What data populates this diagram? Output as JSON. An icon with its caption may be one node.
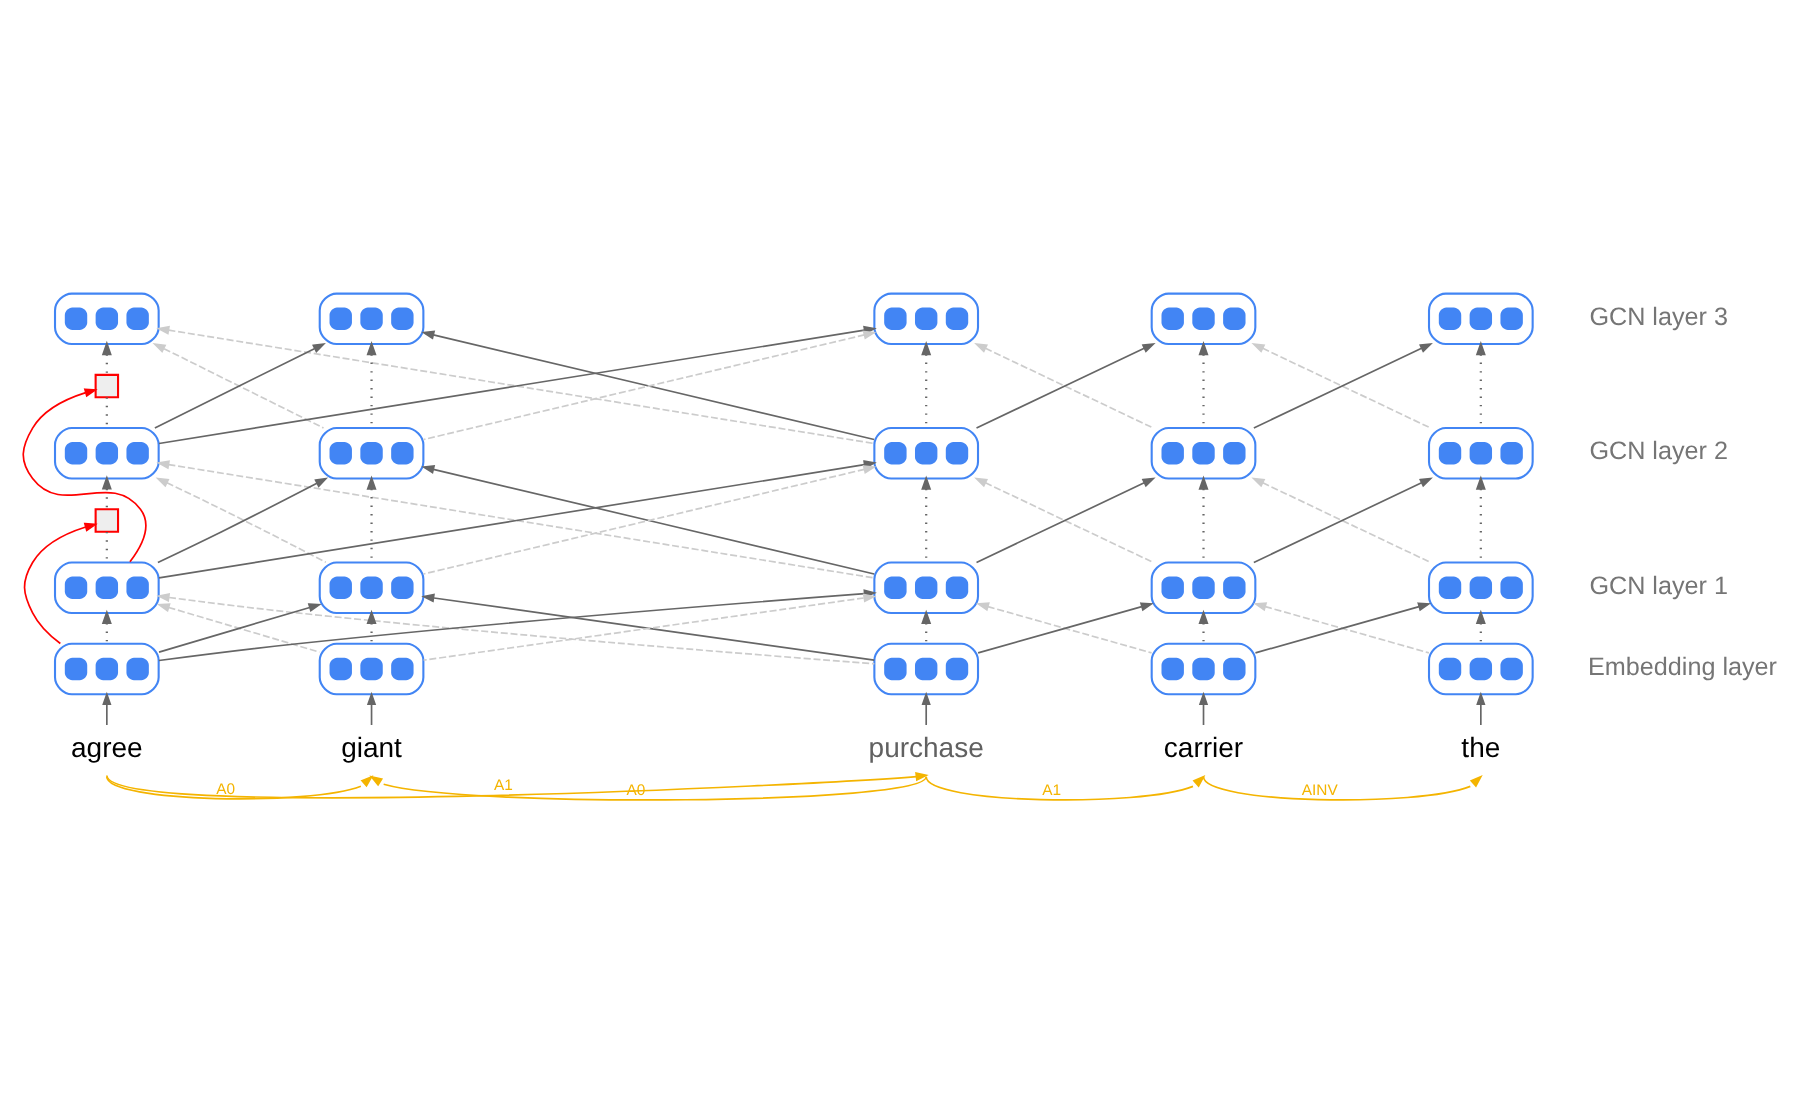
{
  "diagram": {
    "nodes": [
      {
        "text": [],
        "shape": "box"
      },
      {
        "text": [],
        "shape": "box"
      },
      {
        "text": [],
        "shape": "box"
      },
      {
        "text": [],
        "shape": "box"
      },
      {
        "text": [],
        "shape": "box"
      },
      {
        "text": [],
        "shape": "box"
      },
      {
        "text": [],
        "shape": "box"
      },
      {
        "text": [],
        "shape": "box"
      },
      {
        "text": [],
        "shape": "box"
      },
      {
        "text": [],
        "shape": "box"
      },
      {
        "text": [],
        "shape": "box"
      },
      {
        "text": [],
        "shape": "box"
      },
      {
        "text": [],
        "shape": "box"
      },
      {
        "text": [],
        "shape": "box"
      },
      {
        "text": [],
        "shape": "box"
      },
      {
        "text": [],
        "shape": "box"
      },
      {
        "text": [],
        "shape": "box"
      },
      {
        "text": [],
        "shape": "box"
      },
      {
        "text": [],
        "shape": "box"
      },
      {
        "text": [],
        "shape": "box"
      },
      {
        "text": [],
        "shape": "box"
      },
      {
        "text": [],
        "shape": "box"
      },
      {
        "text": [
          "agree"
        ]
      },
      {
        "text": [
          "giant"
        ]
      },
      {
        "text": [
          "purchase"
        ]
      },
      {
        "text": [
          "carrier"
        ]
      },
      {
        "text": [
          "the"
        ]
      }
    ],
    "edges": [
      {
        "from": 22,
        "to": 17,
        "arrow": "to"
      },
      {
        "from": 23,
        "to": 18,
        "arrow": "to"
      },
      {
        "from": 24,
        "to": 19,
        "arrow": "to"
      },
      {
        "from": 25,
        "to": 20,
        "arrow": "to"
      },
      {
        "from": 26,
        "to": 21,
        "arrow": "to"
      },
      {
        "from": 22,
        "to": 23,
        "arrow": "to",
        "label": "A0",
        "color": "#f4b400"
      },
      {
        "from": 24,
        "to": 23,
        "arrow": "to",
        "label": "A0",
        "color": "#f4b400"
      },
      {
        "from": 24,
        "to": 25,
        "arrow": "to",
        "label": "A1",
        "color": "#f4b400"
      },
      {
        "from": 25,
        "to": 26,
        "arrow": "to",
        "label": "AINV",
        "color": "#f4b400"
      },
      {
        "from": 22,
        "to": 24,
        "arrow": "to",
        "label": "A1",
        "color": "#f4b400"
      },
      {
        "from": 17,
        "to": 12,
        "arrow": "to",
        "style": "dashed"
      },
      {
        "from": 18,
        "to": 13,
        "arrow": "to",
        "style": "dashed"
      },
      {
        "from": 19,
        "to": 14,
        "arrow": "to",
        "style": "dashed"
      },
      {
        "from": 20,
        "to": 15,
        "arrow": "to",
        "style": "dashed"
      },
      {
        "from": 21,
        "to": 16,
        "arrow": "to",
        "style": "dashed"
      },
      {
        "from": 17,
        "to": 13,
        "arrow": "to"
      },
      {
        "from": 17,
        "to": 14,
        "arrow": "to"
      },
      {
        "from": 19,
        "to": 13,
        "arrow": "to"
      },
      {
        "from": 19,
        "to": 15,
        "arrow": "to"
      },
      {
        "from": 20,
        "to": 16,
        "arrow": "to"
      },
      {
        "from": 18,
        "to": 12,
        "arrow": "to",
        "style": "dashed",
        "color": "#cccccc"
      },
      {
        "from": 19,
        "to": 12,
        "arrow": "to",
        "style": "dashed",
        "color": "#cccccc"
      },
      {
        "from": 18,
        "to": 14,
        "arrow": "to",
        "style": "dashed",
        "color": "#cccccc"
      },
      {
        "from": 20,
        "to": 14,
        "arrow": "to",
        "style": "dashed",
        "color": "#cccccc"
      },
      {
        "from": 21,
        "to": 15,
        "arrow": "to",
        "style": "dashed",
        "color": "#cccccc"
      },
      {
        "from": 17,
        "to": 11,
        "arrow": "to",
        "color": "#ff0000"
      },
      {
        "from": 12,
        "to": 11,
        "arrow": "none",
        "style": "dashed"
      },
      {
        "from": 11,
        "to": 6,
        "arrow": "to",
        "style": "dashed"
      },
      {
        "from": 13,
        "to": 7,
        "arrow": "to",
        "style": "dashed"
      },
      {
        "from": 14,
        "to": 8,
        "arrow": "to",
        "style": "dashed"
      },
      {
        "from": 15,
        "to": 9,
        "arrow": "to",
        "style": "dashed"
      },
      {
        "from": 16,
        "to": 10,
        "arrow": "to",
        "style": "dashed"
      },
      {
        "from": 12,
        "to": 7,
        "arrow": "to"
      },
      {
        "from": 12,
        "to": 8,
        "arrow": "to"
      },
      {
        "from": 14,
        "to": 7,
        "arrow": "to"
      },
      {
        "from": 14,
        "to": 9,
        "arrow": "to"
      },
      {
        "from": 15,
        "to": 10,
        "arrow": "to"
      },
      {
        "from": 13,
        "to": 6,
        "arrow": "to",
        "style": "dashed",
        "color": "#cccccc"
      },
      {
        "from": 14,
        "to": 6,
        "arrow": "to",
        "style": "dashed",
        "color": "#cccccc"
      },
      {
        "from": 13,
        "to": 8,
        "arrow": "to",
        "style": "dashed",
        "color": "#cccccc"
      },
      {
        "from": 15,
        "to": 8,
        "arrow": "to",
        "style": "dashed",
        "color": "#cccccc"
      },
      {
        "from": 16,
        "to": 9,
        "arrow": "to",
        "style": "dashed",
        "color": "#cccccc"
      },
      {
        "from": 12,
        "to": 5,
        "arrow": "to",
        "color": "#ff0000"
      },
      {
        "from": 6,
        "to": 5,
        "arrow": "none",
        "style": "dashed"
      },
      {
        "from": 5,
        "to": 0,
        "arrow": "to",
        "style": "dashed"
      },
      {
        "from": 7,
        "to": 1,
        "arrow": "to",
        "style": "dashed"
      },
      {
        "from": 8,
        "to": 2,
        "arrow": "to",
        "style": "dashed"
      },
      {
        "from": 9,
        "to": 3,
        "arrow": "to",
        "style": "dashed"
      },
      {
        "from": 10,
        "to": 4,
        "arrow": "to",
        "style": "dashed"
      },
      {
        "from": 6,
        "to": 1,
        "arrow": "to"
      },
      {
        "from": 6,
        "to": 2,
        "arrow": "to"
      },
      {
        "from": 8,
        "to": 1,
        "arrow": "to"
      },
      {
        "from": 8,
        "to": 3,
        "arrow": "to"
      },
      {
        "from": 9,
        "to": 4,
        "arrow": "to"
      },
      {
        "from": 7,
        "to": 0,
        "arrow": "to",
        "style": "dashed",
        "color": "#cccccc"
      },
      {
        "from": 8,
        "to": 0,
        "arrow": "to",
        "style": "dashed",
        "color": "#cccccc"
      },
      {
        "from": 7,
        "to": 2,
        "arrow": "to",
        "style": "dashed",
        "color": "#cccccc"
      },
      {
        "from": 9,
        "to": 2,
        "arrow": "to",
        "style": "dashed",
        "color": "#cccccc"
      },
      {
        "from": 10,
        "to": 3,
        "arrow": "to",
        "style": "dashed",
        "color": "#cccccc"
      }
    ],
    "labels": [
      "GCN layer 3",
      "GCN layer 2",
      "GCN layer 1",
      "Embedding layer"
    ]
  }
}
